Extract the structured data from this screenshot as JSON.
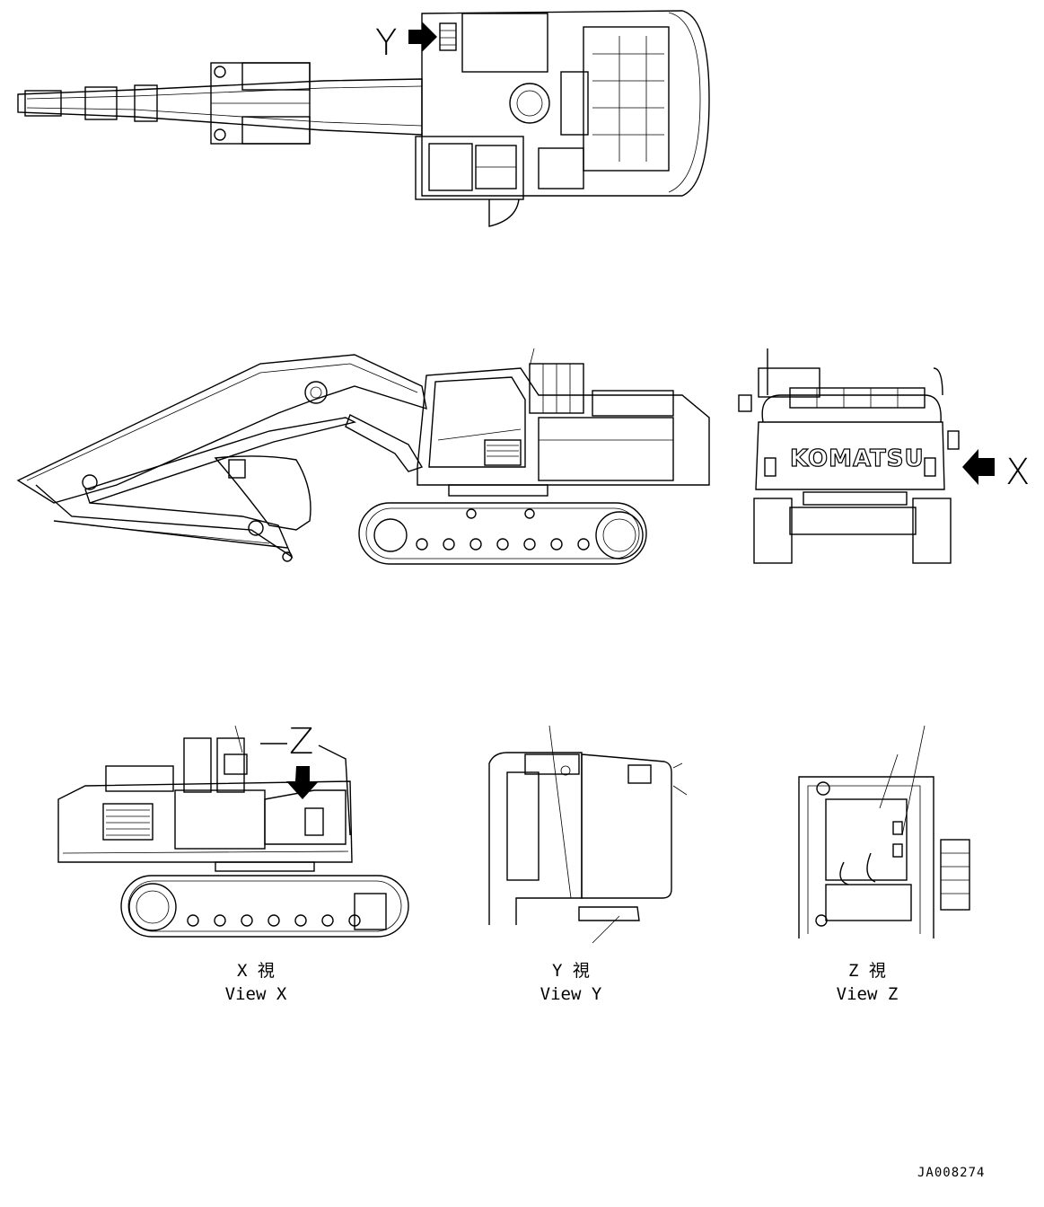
{
  "labels": {
    "y_marker": "Y",
    "x_marker": "X",
    "z_marker": "Z",
    "brand_text": "KOMATSU"
  },
  "captions": {
    "view_x_jp": "X 視",
    "view_x_en": "View X",
    "view_y_jp": "Y 視",
    "view_y_en": "View Y",
    "view_z_jp": "Z 視",
    "view_z_en": "View Z"
  },
  "drawing_code": "JA008274"
}
